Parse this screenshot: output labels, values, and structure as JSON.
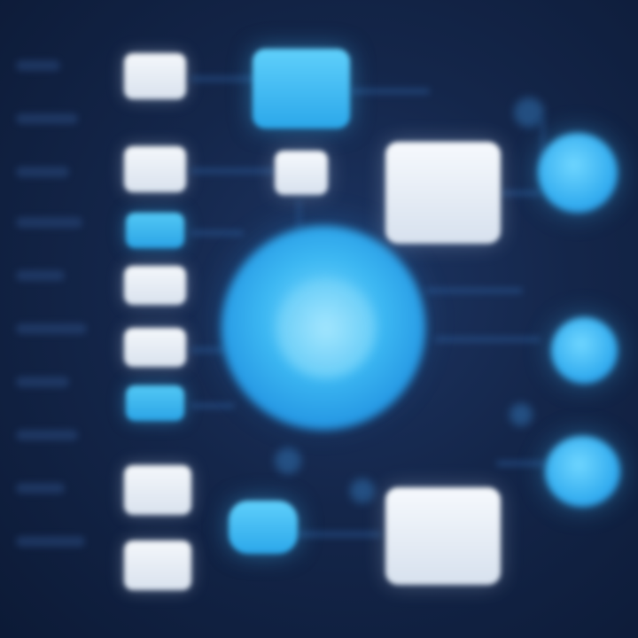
{
  "colors": {
    "background": "#14264a",
    "accent_blue": "#3cb7f2",
    "tile_white": "#eef3f9",
    "connector": "#2b5c9a"
  },
  "list_column": {
    "items": [
      {
        "style": "white"
      },
      {
        "style": "white"
      },
      {
        "style": "blue"
      },
      {
        "style": "white"
      },
      {
        "style": "white"
      },
      {
        "style": "blue"
      },
      {
        "style": "white"
      },
      {
        "style": "white"
      }
    ]
  },
  "icons": {
    "hub": "hub-circle-icon",
    "node": "circle-node-icon",
    "card": "document-card-icon"
  }
}
